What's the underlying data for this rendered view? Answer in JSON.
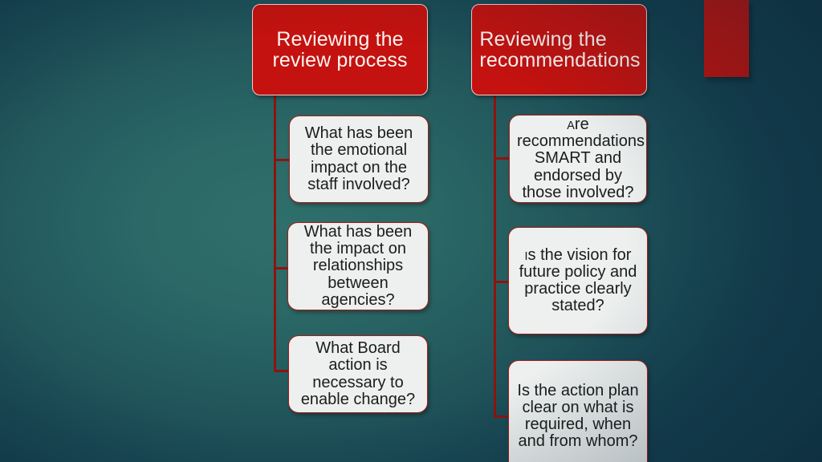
{
  "slide": {
    "background": {
      "center_color": "#2f6f6b",
      "edge_color": "#143f4f"
    },
    "accent_color": "#c3120f",
    "connector_color": "#8d1410",
    "child_fill_color": "#edf0ef",
    "child_border_color": "#a81c16"
  },
  "branches": [
    {
      "id": "review-process",
      "header": "Reviewing the review process",
      "children": [
        "What has been the emotional impact on the staff involved?",
        "What has been the impact on relationships between agencies?",
        "What Board action is necessary to enable change?"
      ]
    },
    {
      "id": "recommendations",
      "header": "Reviewing the recommendations",
      "children": [
        {
          "lead": "A",
          "rest": "re recommendations SMART and endorsed by those involved?"
        },
        {
          "lead": "I",
          "rest": "s the vision for future policy and practice clearly stated?"
        },
        "Is the action plan clear on what is required, when and from whom?"
      ]
    }
  ],
  "decorations": {
    "red_block_label": ""
  }
}
